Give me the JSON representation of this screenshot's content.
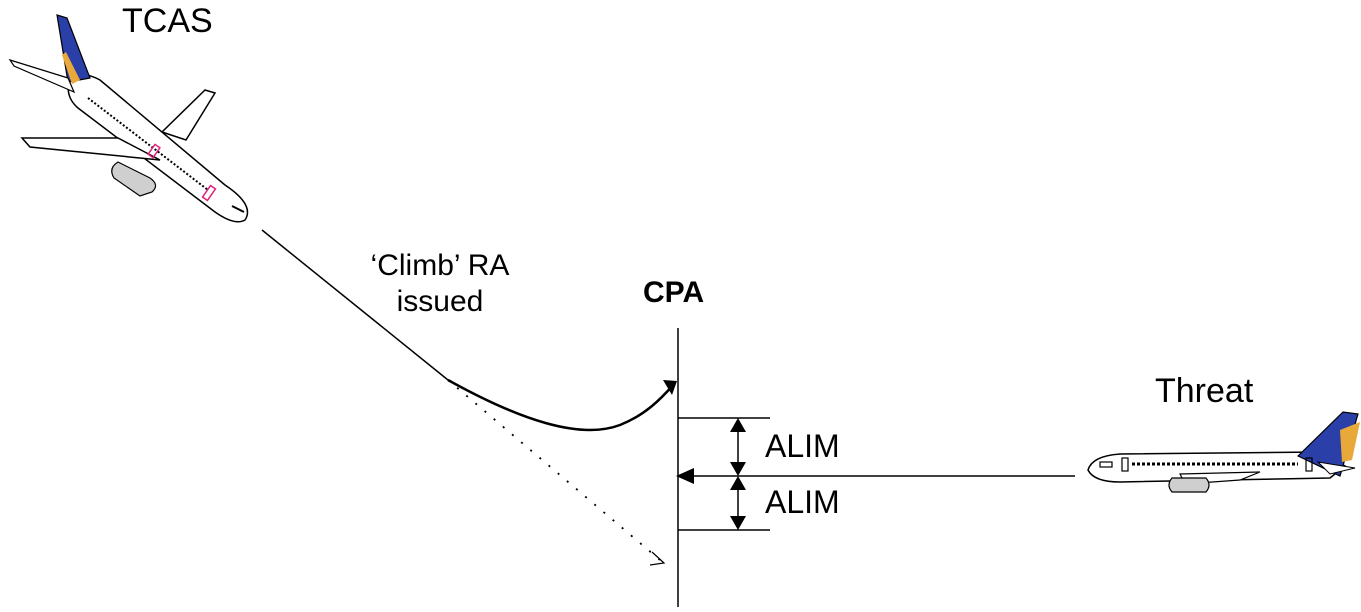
{
  "labels": {
    "tcas": "TCAS",
    "ra_line1": "‘Climb’ RA",
    "ra_line2": "issued",
    "cpa": "CPA",
    "threat": "Threat",
    "alim_upper": "ALIM",
    "alim_lower": "ALIM"
  },
  "colors": {
    "ink": "#000000",
    "tail_blue": "#2b3fa8",
    "tail_gold": "#e8a93a",
    "accent_pink": "#e0207a",
    "fuselage": "#ffffff",
    "engine_grey": "#cfcfcf"
  },
  "icons": {
    "tcas_aircraft": "airliner-descending-icon",
    "threat_aircraft": "airliner-level-icon"
  }
}
